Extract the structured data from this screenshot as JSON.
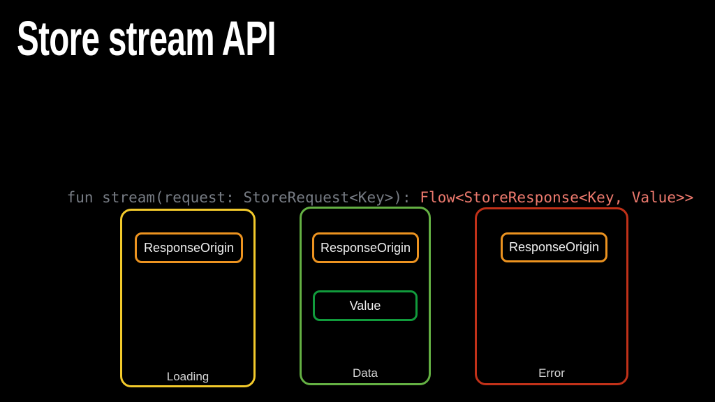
{
  "slide": {
    "title": "Store stream API",
    "background_color": "#000000"
  },
  "code_line": {
    "plain_text": "fun stream(request: StoreRequest<Key>): ",
    "highlight_text": "Flow<StoreResponse<Key, Value>>",
    "plain_color": "#777c84",
    "highlight_color": "#ee7a6e"
  },
  "response_states": [
    {
      "label": "Loading",
      "border_color": "#f3ca2b",
      "children": [
        {
          "label": "ResponseOrigin",
          "border_color": "#ec9320"
        }
      ]
    },
    {
      "label": "Data",
      "border_color": "#64b043",
      "children": [
        {
          "label": "ResponseOrigin",
          "border_color": "#ec9320"
        },
        {
          "label": "Value",
          "border_color": "#119b3c"
        }
      ]
    },
    {
      "label": "Error",
      "border_color": "#c13119",
      "children": [
        {
          "label": "ResponseOrigin",
          "border_color": "#ec9320"
        }
      ]
    }
  ]
}
